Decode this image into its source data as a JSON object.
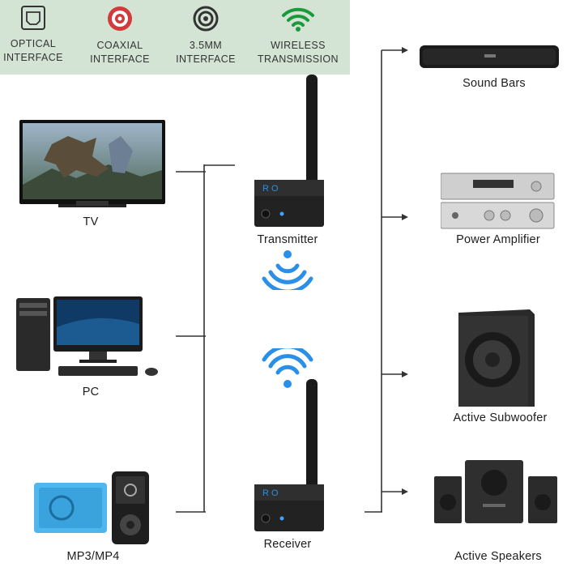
{
  "features": [
    {
      "icon": "optical-port-icon",
      "label": "OPTICAL\nINTERFACE"
    },
    {
      "icon": "coaxial-port-icon",
      "label": "COAXIAL\nINTERFACE"
    },
    {
      "icon": "audio-jack-icon",
      "label": "3.5MM\nINTERFACE"
    },
    {
      "icon": "wifi-icon",
      "label": "WIRELESS\nTRANSMISSION"
    }
  ],
  "sources": {
    "tv": "TV",
    "pc": "PC",
    "mp3": "MP3/MP4"
  },
  "devices": {
    "transmitter": "Transmitter",
    "receiver": "Receiver"
  },
  "outputs": {
    "soundbar": "Sound Bars",
    "amplifier": "Power Amplifier",
    "subwoofer": "Active Subwoofer",
    "speakers": "Active Speakers"
  },
  "colors": {
    "feature_bar": "#d4e4d4",
    "coaxial_red": "#d23b3b",
    "wifi_green": "#1c9a3b",
    "wireless_blue": "#2a8fe6",
    "line": "#333333"
  }
}
